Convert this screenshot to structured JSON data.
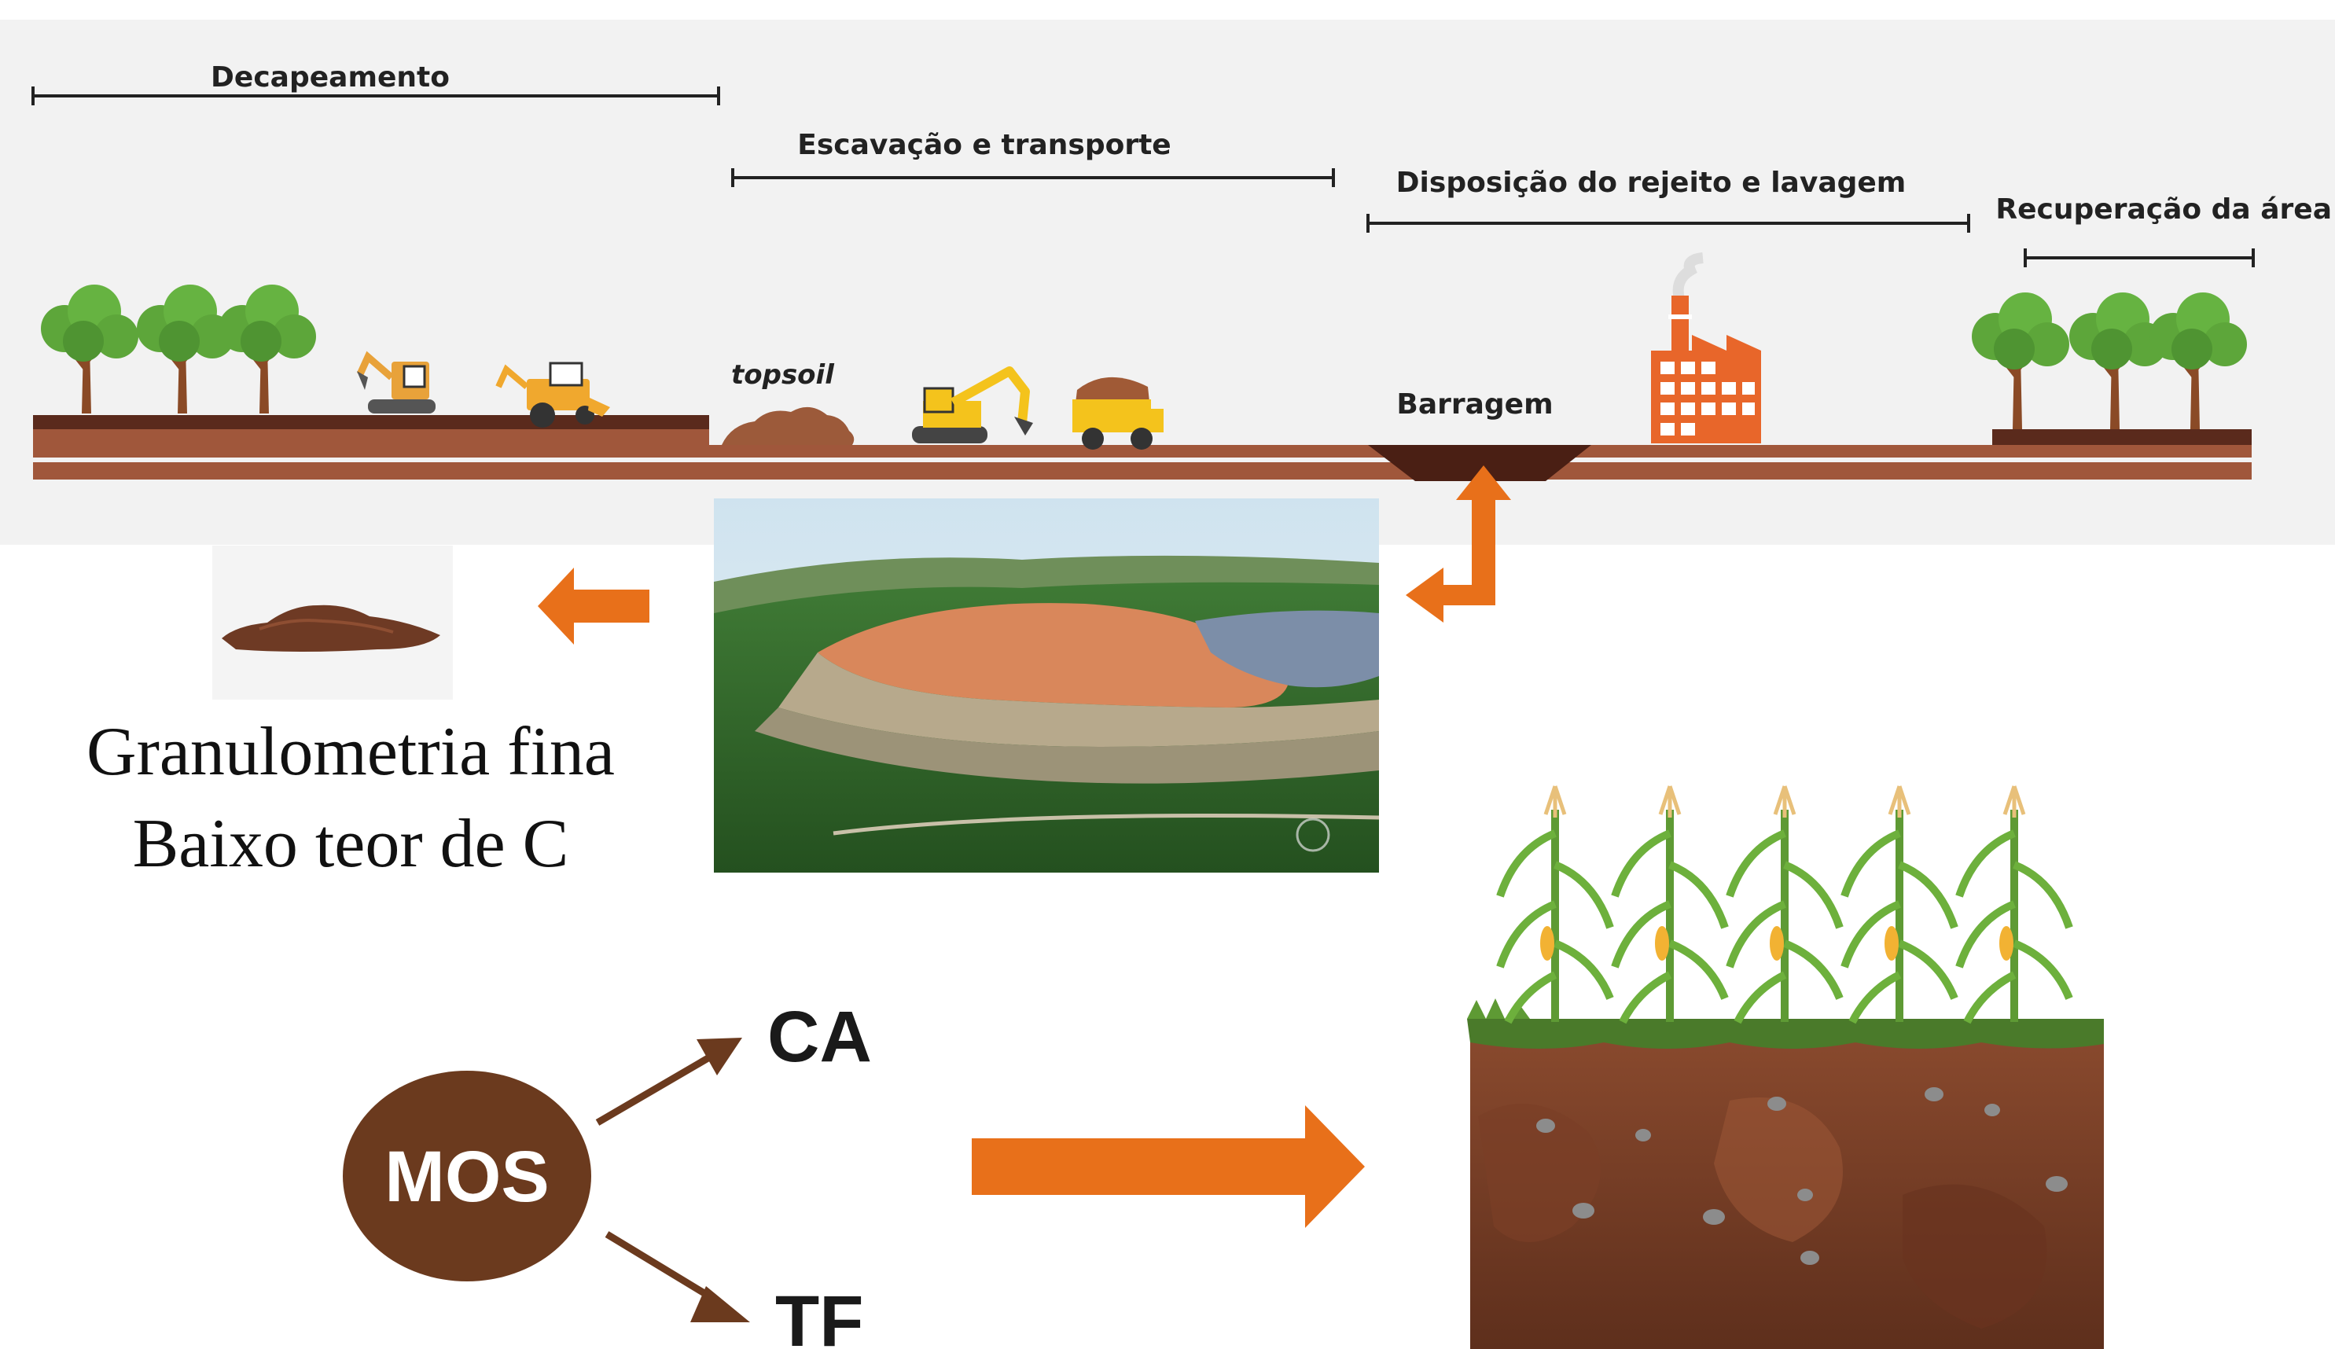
{
  "stages": {
    "decapeamento": "Decapeamento",
    "escavacao": "Escavação e transporte",
    "disposicao": "Disposição do rejeito e lavagem",
    "recuperacao": "Recuperação da área"
  },
  "labels": {
    "topsoil": "topsoil",
    "barragem": "Barragem",
    "granulometria_line1": "Granulometria fina",
    "granulometria_line2": "Baixo teor de C",
    "mos": "MOS",
    "ca": "CA",
    "tf": "TF"
  },
  "colors": {
    "accent_orange": "#E8701A",
    "soil_brown": "#8B4A33",
    "dark_brown": "#5A3020",
    "mos_brown": "#6B3A1E",
    "tree_green": "#5DA63A"
  }
}
